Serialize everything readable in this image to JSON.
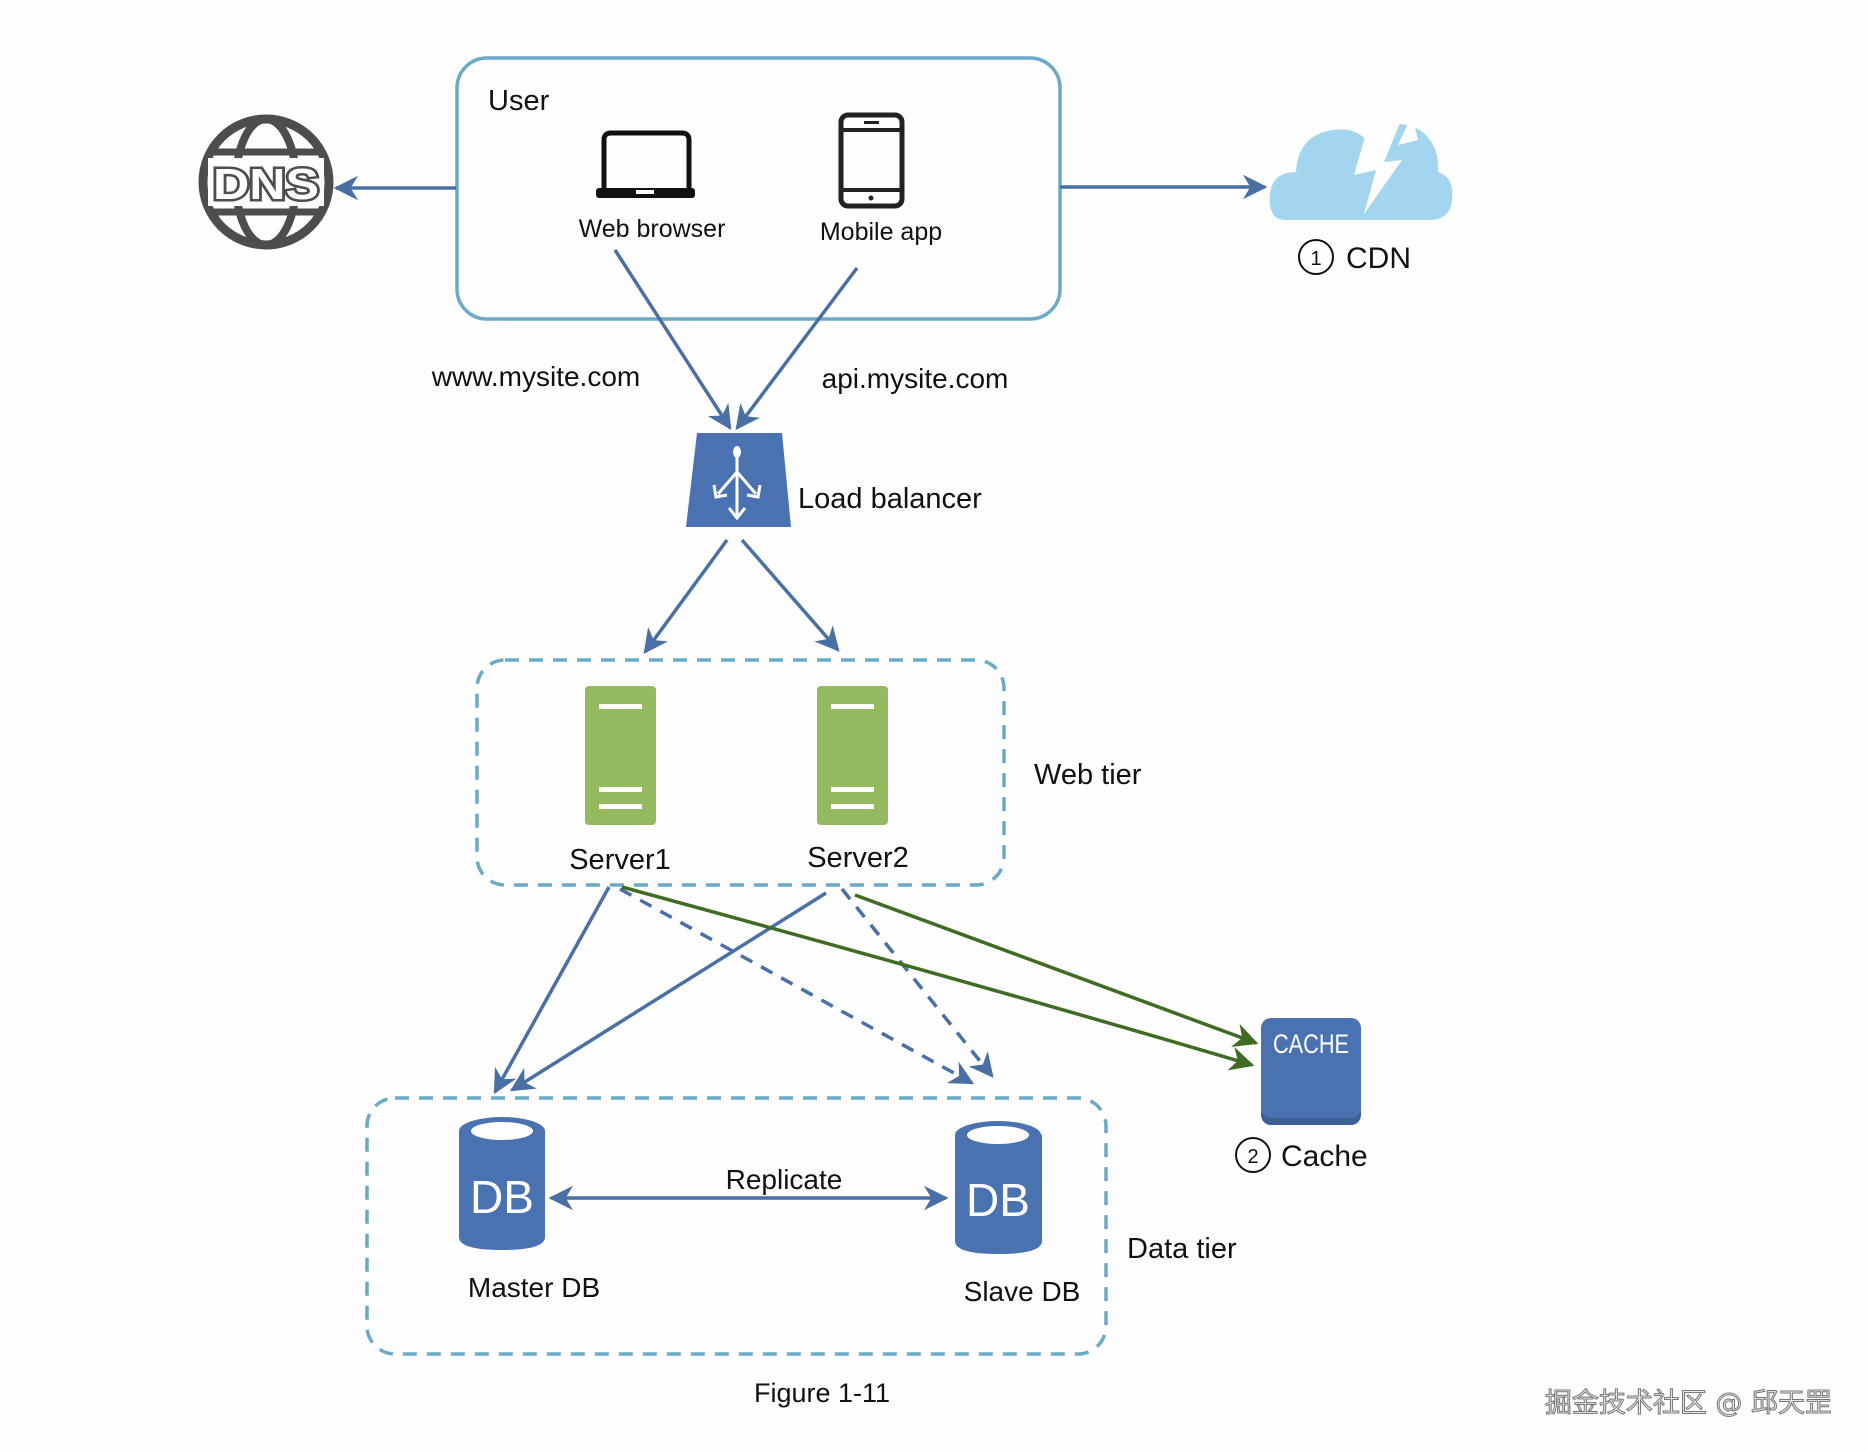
{
  "diagram": {
    "caption": "Figure 1-11",
    "watermark": "掘金技术社区 @ 邱天罡",
    "colors": {
      "box_border": "#6aaac6",
      "arrow_blue": "#4a6fa5",
      "arrow_green": "#3f6b23",
      "icon_blue": "#4a72b0",
      "server_green": "#95b95e",
      "cloud_blue": "#a3d6ee",
      "dns_gray": "#4d4d4d"
    },
    "user": {
      "title": "User",
      "web_browser": "Web browser",
      "mobile_app": "Mobile app"
    },
    "dns": {
      "label": "DNS"
    },
    "cdn": {
      "number": "1",
      "label": "CDN"
    },
    "domains": {
      "www": "www.mysite.com",
      "api": "api.mysite.com"
    },
    "load_balancer": {
      "label": "Load balancer"
    },
    "web_tier": {
      "label": "Web tier",
      "servers": [
        {
          "label": "Server1"
        },
        {
          "label": "Server2"
        }
      ]
    },
    "data_tier": {
      "label": "Data tier",
      "master": {
        "icon_text": "DB",
        "label": "Master DB"
      },
      "slave": {
        "icon_text": "DB",
        "label": "Slave DB"
      },
      "replicate": "Replicate"
    },
    "cache": {
      "icon_text": "CACHE",
      "number": "2",
      "label": "Cache"
    }
  }
}
